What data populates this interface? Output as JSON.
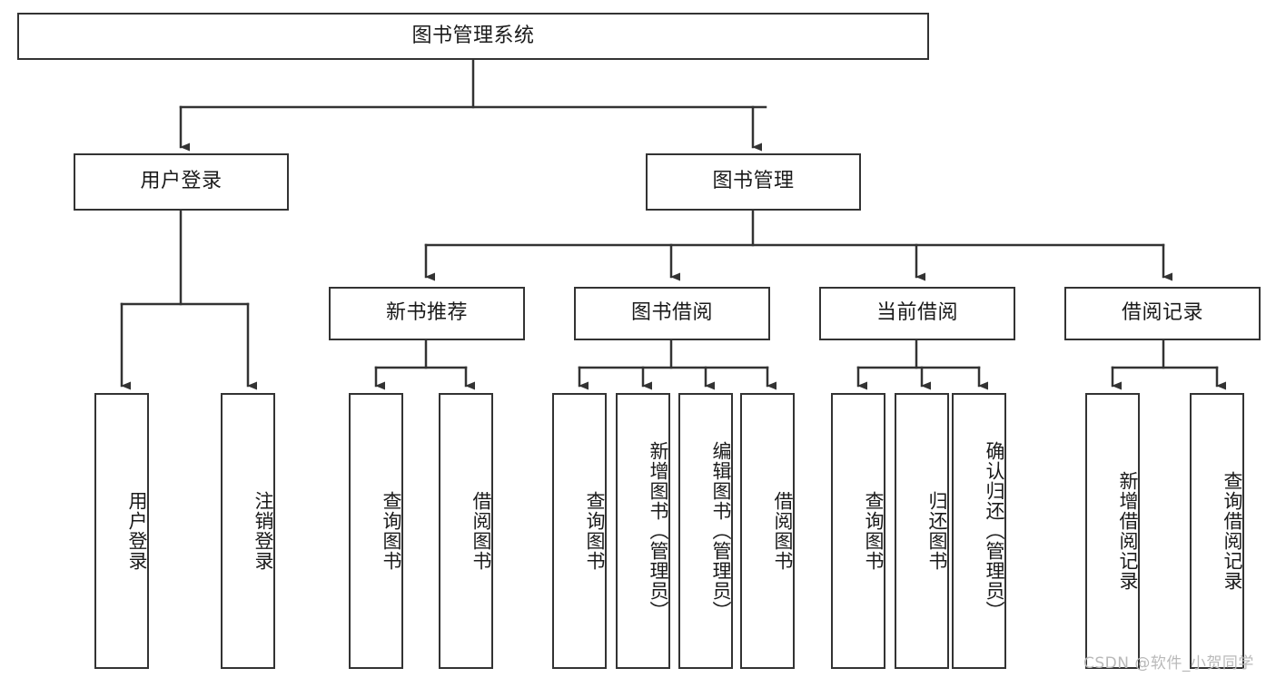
{
  "diagram": {
    "title": "图书管理系统",
    "type": "tree-hierarchy-chart",
    "stroke_color": "#333333",
    "background_color": "#ffffff",
    "text_color": "#1a1a1a"
  },
  "nodes": {
    "root": {
      "label": "图书管理系统"
    },
    "level2": [
      {
        "label": "用户登录"
      },
      {
        "label": "图书管理"
      }
    ],
    "level3": [
      {
        "label": "新书推荐"
      },
      {
        "label": "图书借阅"
      },
      {
        "label": "当前借阅"
      },
      {
        "label": "借阅记录"
      }
    ],
    "leaves": {
      "user_login": [
        {
          "label": "用户登录"
        },
        {
          "label": "注销登录"
        }
      ],
      "new_book": [
        {
          "label": "查询图书"
        },
        {
          "label": "借阅图书"
        }
      ],
      "book_borrow": [
        {
          "label": "查询图书"
        },
        {
          "label": "新增图书（管理员）"
        },
        {
          "label": "编辑图书（管理员）"
        },
        {
          "label": "借阅图书"
        }
      ],
      "current_borrow": [
        {
          "label": "查询图书"
        },
        {
          "label": "归还图书"
        },
        {
          "label": "确认归还（管理员）"
        }
      ],
      "borrow_record": [
        {
          "label": "新增借阅记录"
        },
        {
          "label": "查询借阅记录"
        }
      ]
    }
  },
  "watermark": {
    "text": "CSDN @软件_小贺同学"
  }
}
